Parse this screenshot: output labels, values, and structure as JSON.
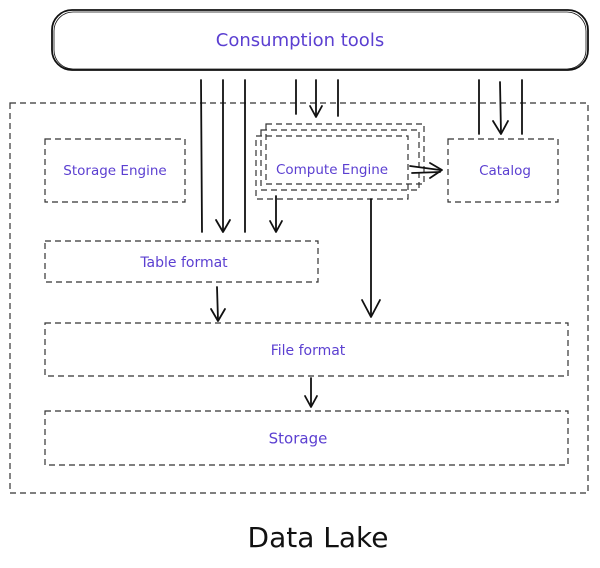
{
  "diagram": {
    "consumption": "Consumption tools",
    "storage_engine": "Storage Engine",
    "compute_engine": "Compute Engine",
    "catalog": "Catalog",
    "table_format": "Table format",
    "file_format": "File format",
    "storage": "Storage",
    "caption": "Data Lake"
  },
  "colors": {
    "label_text": "#5b3fd1",
    "stroke": "#111111",
    "hatch": "#b9bfd6"
  }
}
